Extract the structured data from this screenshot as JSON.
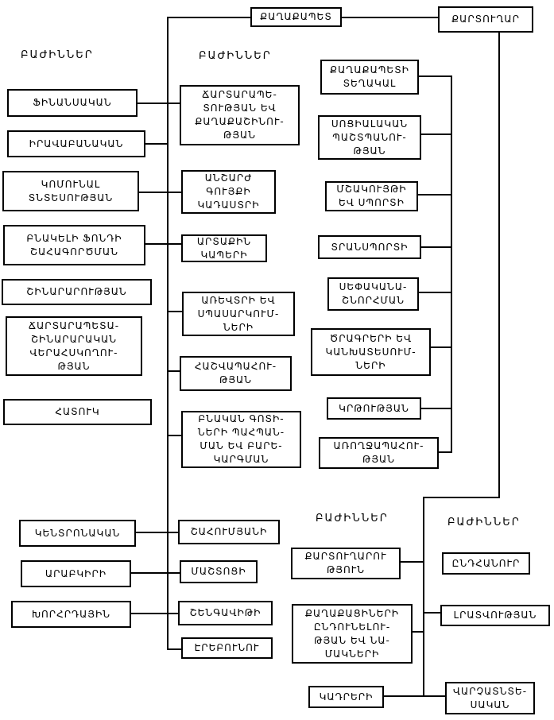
{
  "colors": {
    "background": "#ffffff",
    "line": "#000000",
    "text": "#000000"
  },
  "labels": {
    "departments": "ԲԱԺԻՆՆԵՐ"
  },
  "nodes": {
    "mayor": "ՔԱՂԱՔԱՊԵՏ",
    "secretary": "ՔԱՐՏՈՒՂԱՐ",
    "deputy_mayor": "ՔԱՂԱՔԱՊԵՏԻ\nՏԵՂԱԿԱԼ",
    "finance": "ՖԻՆԱՆՍԱԿԱՆ",
    "legal": "ԻՐԱՎԱԲԱՆԱԿԱՆ",
    "communal_economy": "ԿՈՄՈՒՆԱԼ\nՏՆՏԵՍՈՒԹՅԱՆ",
    "housing_fund": "ԲՆԱԿԵԼԻ ՖՈՆԴԻ\nՇԱՀԱԳՈՐԾՄԱՆ",
    "construction": "ՇԻՆԱՐԱՐՈՒԹՅԱՆ",
    "arch_supervision": "ՃԱՐՏԱՐԱՊԵՏԱ-\nՇԻՆԱՐԱՐԱԿԱՆ\nՎԵՐԱՀՍԿՈՂՈՒ-\nԹՅԱՆ",
    "special": "ՀԱՏՈՒԿ",
    "architecture": "ՃԱՐՏԱՐԱՊԵ-\nՏՈՒԹՅԱՆ ԵՎ\nՔԱՂԱՔԱՇԻՆՈՒ-\nԹՅԱՆ",
    "cadastre": "ԱՆՇԱՐԺ\nԳՈՒՅՔԻ\nԿԱԴԱՍՏՐԻ",
    "external_relations": "ԱՐՏԱՔԻՆ\nԿԱՊԵՐԻ",
    "trade_services": "ԱՌԵՎՏՐԻ ԵՎ\nՍՊԱՍԱՐԿՈՒՄ-\nՆԵՐԻ",
    "accounting": "ՀԱՇՎԱՊԱՀՈՒ-\nԹՅԱՆ",
    "nature_zones": "ԲՆԱԿԱՆ ԳՈՏԻ-\nՆԵՐԻ ՊԱՀՊԱՆ-\nՄԱՆ ԵՎ ԲԱՐԵ-\nԿԱՐԳՄԱՆ",
    "social_protection": "ՍՈՑԻԱԼԱԿԱՆ\nՊԱՇՏՊԱՆՈՒ-\nԹՅԱՆ",
    "culture_sport": "ՄՇԱԿՈՒՅԹԻ\nԵՎ ՍՊՈՐՏԻ",
    "transport": "ՏՐԱՆՍՊՈՐՏԻ",
    "privatization": "ՍԵՓԱԿԱՆԱ-\nՇՆՈՐՀՄԱՆ",
    "programs_forecasts": "ԾՐԱԳՐԵՐԻ ԵՎ\nԿԱՆԽԱՏԵՍՈՒՄ-\nՆԵՐԻ",
    "education": "ԿՐԹՈՒԹՅԱՆ",
    "healthcare": "ԱՌՈՂՋԱՊԱՀՈՒ-\nԹՅԱՆ",
    "central": "ԿԵՆՏՐՈՆԱԿԱՆ",
    "arabkir": "ԱՐԱԲԿԻՐԻ",
    "khorhrdayin": "ԽՈՐՀՐԴԱՅԻՆ",
    "shahumyan": "ՇԱՀՈՒՄՅԱՆԻ",
    "mashtots": "ՄԱՇՏՈՑԻ",
    "shengavit": "ՇԵՆԳԱՎԻԹԻ",
    "erebuni": "ԷՐԵԲՈՒՆՈՒ",
    "secretariat": "ՔԱՐՏՈՒՂԱՐՈՒ\nԹՅՈՒՆ",
    "citizens_reception": "ՔԱՂԱՔԱՑԻՆԵՐԻ\nԸՆԴՈՒՆԵԼՈՒ-\nԹՅԱՆ ԵՎ ՆԱ-\nՄԱԿՆԵՐԻ",
    "cadres": "ԿԱԴՐԵՐԻ",
    "general": "ԸՆԴՀԱՆՈՒՐ",
    "media": "ԼՐԱՏՎՈՒԹՅԱՆ",
    "admin_economic": "ՎԱՐՉԱՏՆՏԵ-\nՍԱԿԱՆ"
  }
}
